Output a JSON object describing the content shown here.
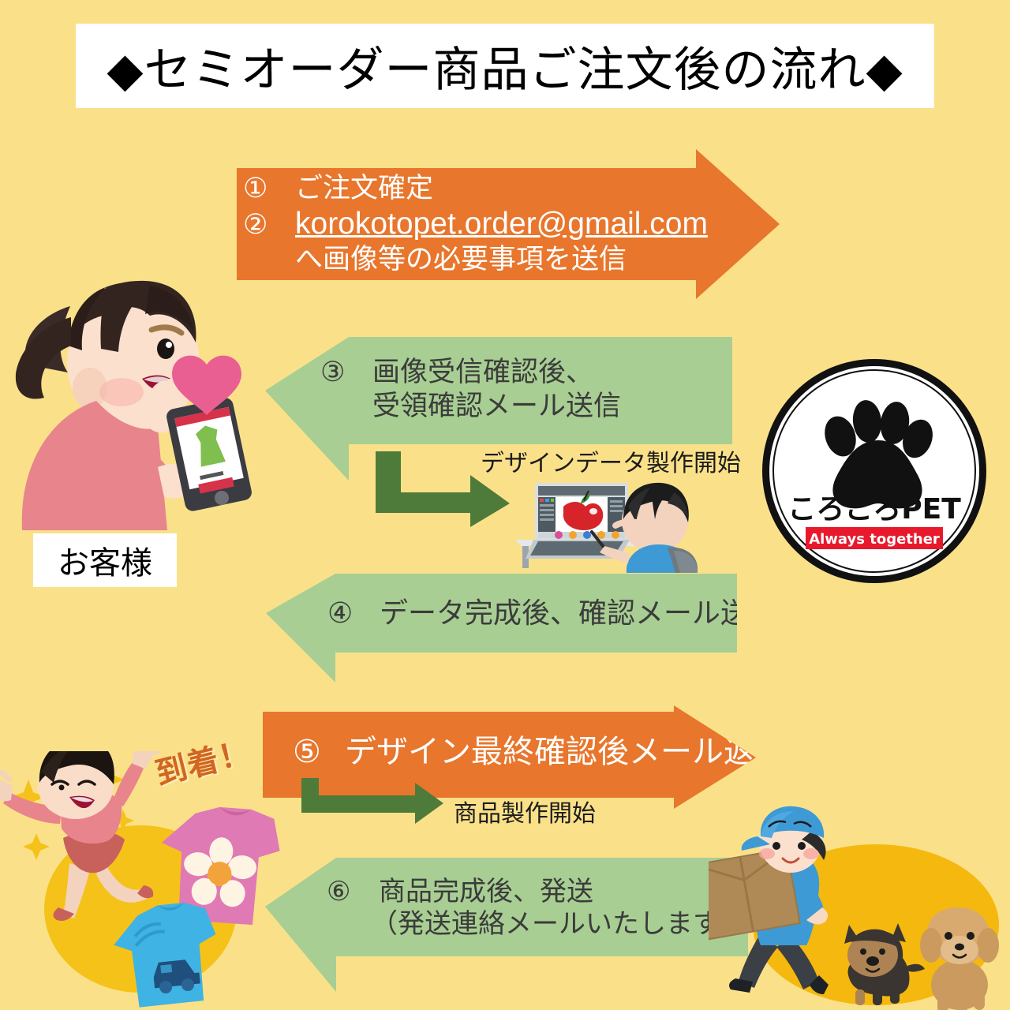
{
  "page": {
    "background_color": "#FAE189",
    "title": "◆セミオーダー商品ご注文後の流れ◆"
  },
  "colors": {
    "background": "#FAE189",
    "orange_arrow": "#E8762C",
    "green_arrow": "#A8CE93",
    "dark_green_connector": "#4E7B3A",
    "arrival_text": "#D2651F",
    "logo_banner_red": "#E8192C"
  },
  "customer": {
    "label": "お客様"
  },
  "arrival": {
    "label": "到着！"
  },
  "steps": [
    {
      "number": "①",
      "number2": "②",
      "direction": "right",
      "color": "orange",
      "line1": "ご注文確定",
      "line2": "korokotopet.order@gmail.com",
      "line3": "へ画像等の必要事項を送信"
    },
    {
      "number": "③",
      "direction": "left",
      "color": "green",
      "line1": "画像受信確認後、",
      "line2": "受領確認メール送信"
    },
    {
      "number": "④",
      "direction": "left",
      "color": "green",
      "line1": "データ完成後、確認メール送信"
    },
    {
      "number": "⑤",
      "direction": "right",
      "color": "orange",
      "line1": "デザイン最終確認後メール返信"
    },
    {
      "number": "⑥",
      "direction": "left",
      "color": "green",
      "line1": "商品完成後、発送",
      "line2": "（発送連絡メールいたします。）"
    }
  ],
  "captions": {
    "design_start": "デザインデータ製作開始",
    "production_start": "商品製作開始"
  },
  "logo": {
    "brand": "ころころPET",
    "tagline": "Always together",
    "icon": "paw-print-icon"
  },
  "illustrations": {
    "woman_phone": "woman-with-smartphone-illustration",
    "designer_desk": "designer-at-computer-illustration",
    "happy_woman": "happy-woman-with-tshirts-illustration",
    "delivery": "delivery-person-with-dogs-illustration"
  }
}
